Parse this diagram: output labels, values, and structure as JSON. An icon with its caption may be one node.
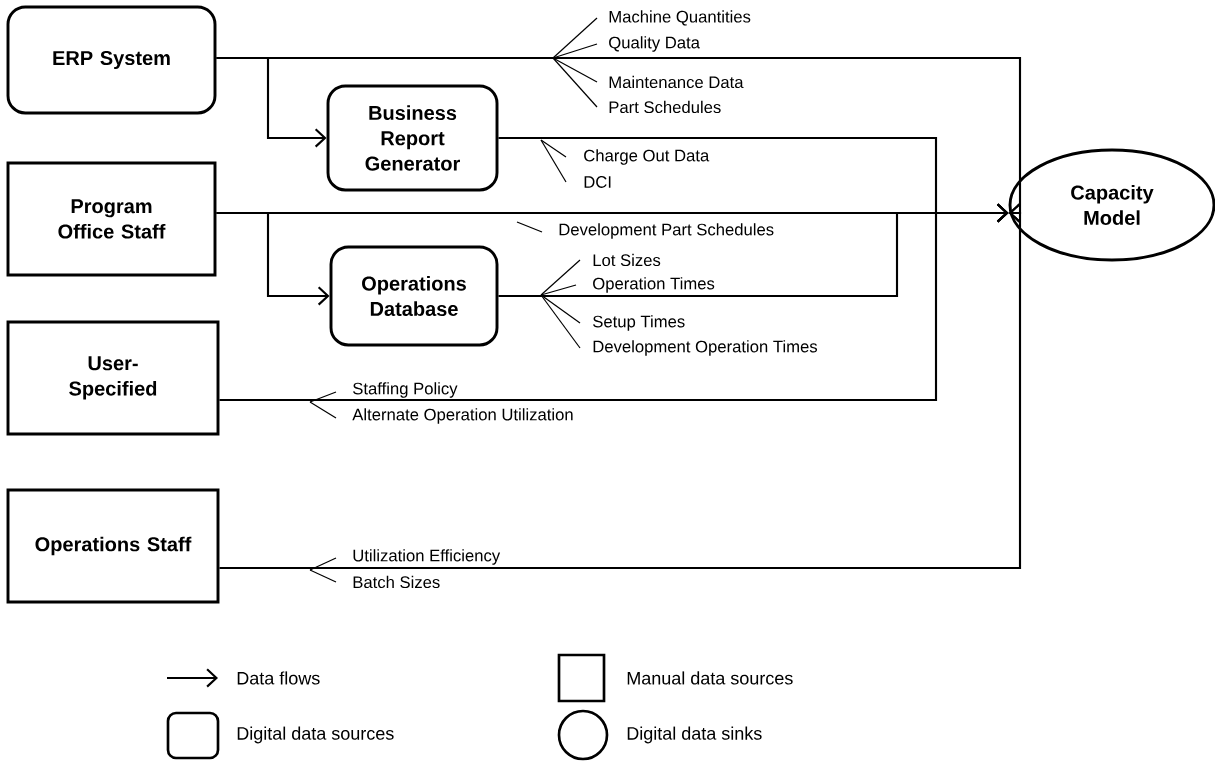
{
  "diagram": {
    "nodes": [
      {
        "text": [
          "ERP System"
        ]
      },
      {
        "text": [
          "Business Report Generator"
        ]
      },
      {
        "text": [
          "Program Office Staff"
        ]
      },
      {
        "text": [
          "Operations Database"
        ]
      },
      {
        "text": [
          "User-Specified"
        ]
      },
      {
        "text": [
          "Operations Staff"
        ]
      },
      {
        "text": [
          "Capacity Model"
        ]
      }
    ],
    "edges": [
      {
        "from": 0,
        "to": 1,
        "arrow": "to"
      },
      {
        "from": 2,
        "to": 3,
        "arrow": "to"
      },
      {
        "from": 2,
        "to": 6,
        "arrow": "to"
      },
      {
        "from": 0,
        "to": 6,
        "arrow": "to"
      },
      {
        "from": 1,
        "to": 6,
        "arrow": "to"
      },
      {
        "from": 3,
        "to": 6,
        "arrow": "to"
      },
      {
        "from": 4,
        "to": 6,
        "arrow": "to"
      },
      {
        "from": 5,
        "to": 6,
        "arrow": "to"
      }
    ],
    "labels": [
      "Machine Quantities",
      "Quality Data",
      "Maintenance Data",
      "Part Schedules",
      "Charge Out Data",
      "DCI",
      "Development Part Schedules",
      "Lot Sizes",
      "Operation Times",
      "Setup Times",
      "Development Operation Times",
      "Staffing Policy",
      "Alternate Operation Utilization",
      "Utilization Efficiency",
      "Batch Sizes"
    ],
    "legend": [
      {
        "text": "Data flows"
      },
      {
        "text": "Manual data sources"
      },
      {
        "text": "Digital data sources"
      },
      {
        "text": "Digital data sinks"
      }
    ]
  }
}
